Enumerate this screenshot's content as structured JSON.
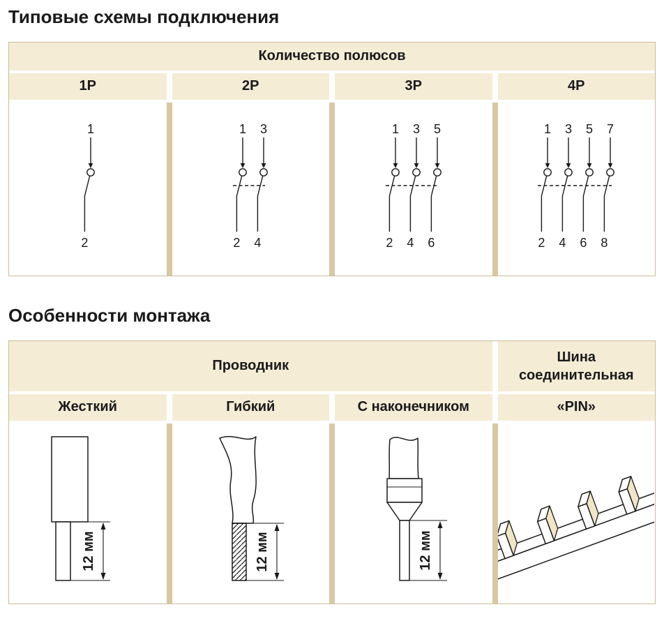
{
  "section1": {
    "title": "Типовые схемы подключения"
  },
  "section2": {
    "title": "Особенности монтажа"
  },
  "table1": {
    "header": "Количество полюсов",
    "columns": [
      {
        "label": "1P",
        "top": [
          "1"
        ],
        "bottom": [
          "2"
        ]
      },
      {
        "label": "2P",
        "top": [
          "1",
          "3"
        ],
        "bottom": [
          "2",
          "4"
        ]
      },
      {
        "label": "3P",
        "top": [
          "1",
          "3",
          "5"
        ],
        "bottom": [
          "2",
          "4",
          "6"
        ]
      },
      {
        "label": "4P",
        "top": [
          "1",
          "3",
          "5",
          "7"
        ],
        "bottom": [
          "2",
          "4",
          "6",
          "8"
        ]
      }
    ]
  },
  "table2": {
    "header_conductor": "Проводник",
    "header_busbar": "Шина соединительная",
    "columns": [
      {
        "label": "Жесткий",
        "dimension": "12 мм",
        "drawing": "rigid-conductor"
      },
      {
        "label": "Гибкий",
        "dimension": "12 мм",
        "drawing": "flexible-conductor"
      },
      {
        "label": "С наконечником",
        "dimension": "12 мм",
        "drawing": "conductor-with-ferrule"
      },
      {
        "label": "«PIN»",
        "drawing": "pin-busbar"
      }
    ]
  },
  "colors": {
    "header_bg": "#f5ecd6",
    "divider": "#d8c8a2",
    "border": "#cbbc94",
    "ink": "#1a1a1a"
  }
}
